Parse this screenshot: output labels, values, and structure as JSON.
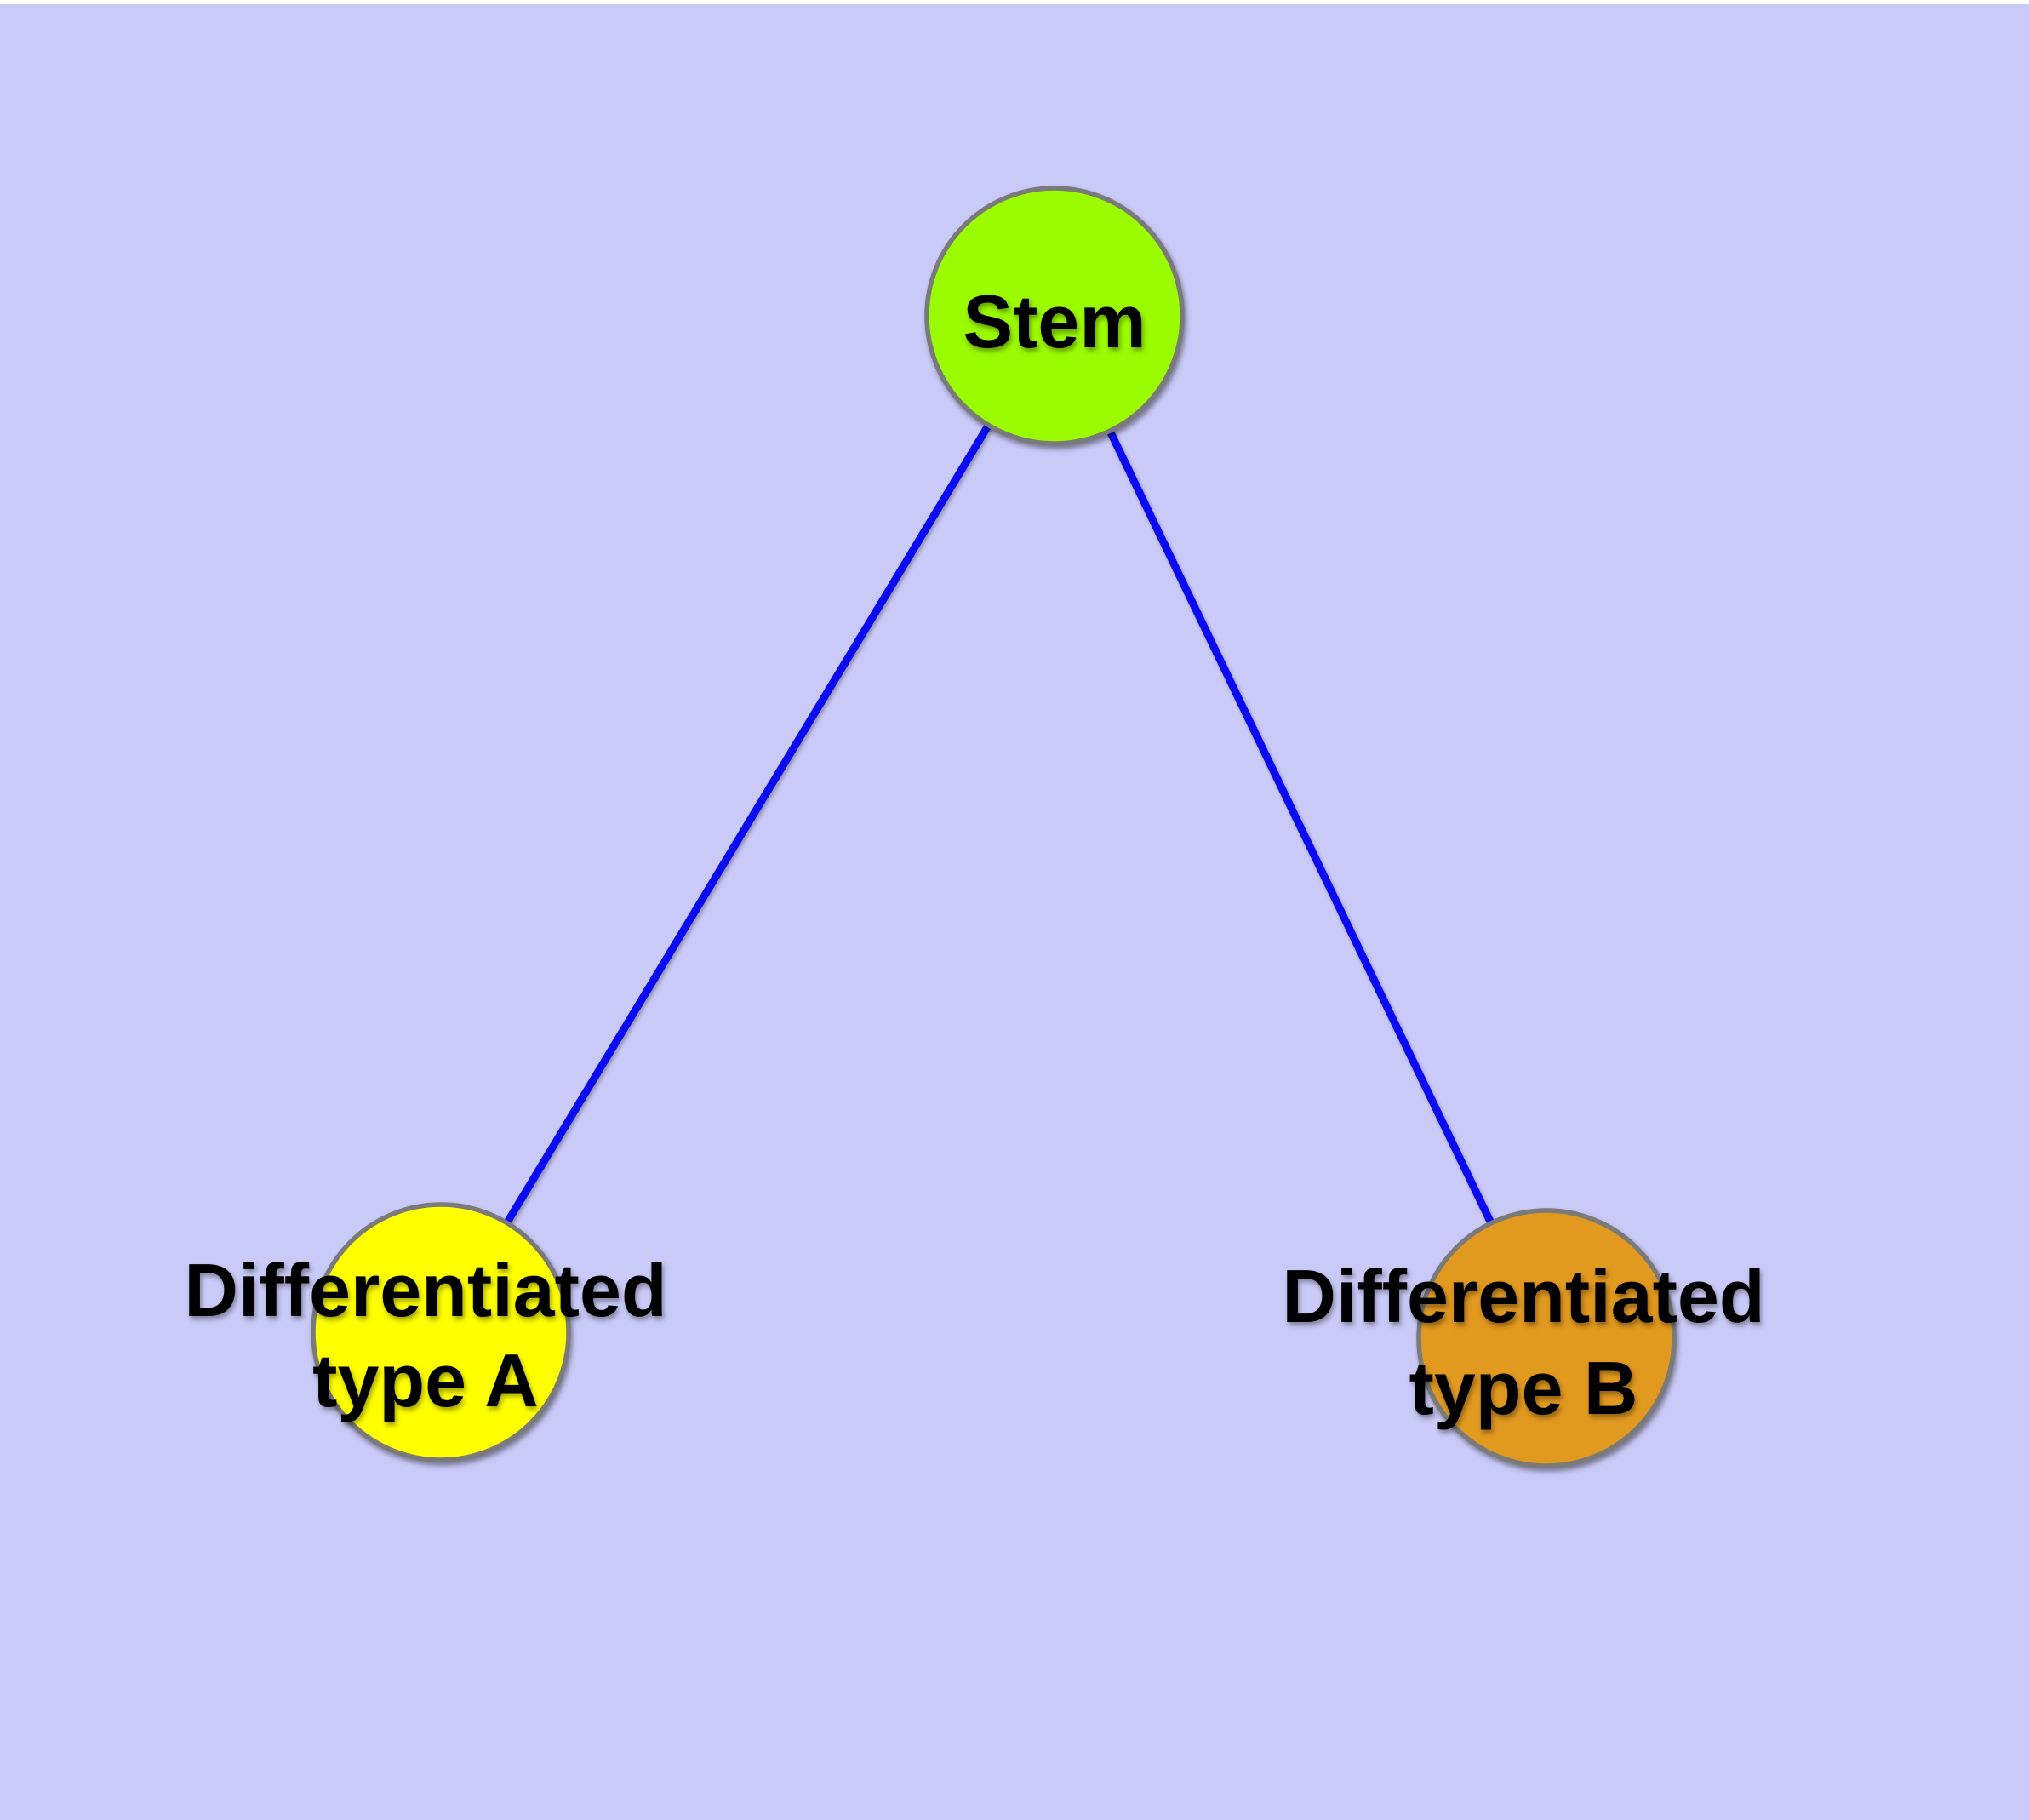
{
  "canvas": {
    "background_color": "#CACAF8",
    "top_margin_color": "#FFFFFF"
  },
  "graph": {
    "edge_color": "#0B0BF2",
    "node_border_color": "#7A7A7A",
    "label_color": "#000000",
    "nodes": [
      {
        "id": "stem",
        "label": "Stem",
        "line1": "Stem",
        "fill": "#9BFB00"
      },
      {
        "id": "differentiated-type-a",
        "label": "Differentiated type A",
        "line1": "Differentiated",
        "line2": "type A",
        "fill": "#FFFF00"
      },
      {
        "id": "differentiated-type-b",
        "label": "Differentiated type B",
        "line1": "Differentiated",
        "line2": "type B",
        "fill": "#E2991F"
      }
    ],
    "edges": [
      {
        "from": "Stem",
        "to": "Differentiated type A"
      },
      {
        "from": "Stem",
        "to": "Differentiated type B"
      }
    ]
  }
}
